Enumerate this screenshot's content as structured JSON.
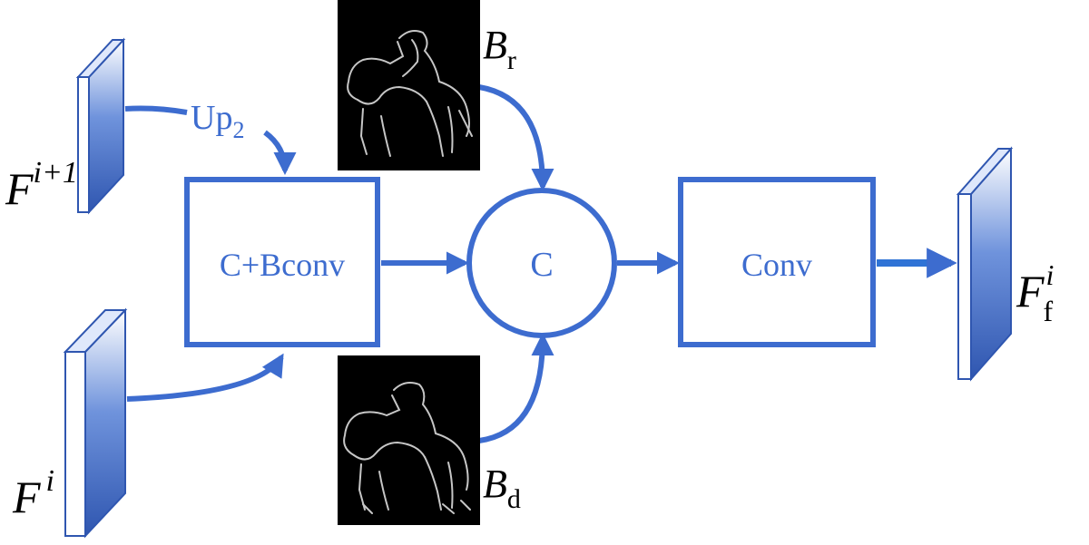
{
  "colors": {
    "accent": "#3d6ccf",
    "slab_dark": "#2f56b0",
    "silhouette_bg": "#000000",
    "label_ink": "#000000"
  },
  "inputs": {
    "upper": {
      "base": "F",
      "sup": "i+1"
    },
    "lower": {
      "base": "F",
      "sup": "i"
    }
  },
  "output": {
    "base": "F",
    "sub": "f",
    "sup": "i"
  },
  "upsample": {
    "base": "Up",
    "sub": "2"
  },
  "blocks": {
    "cbconv": "C+Bconv",
    "concat": "C",
    "conv": "Conv"
  },
  "boundary_maps": {
    "top": {
      "base": "B",
      "sub": "r"
    },
    "bottom": {
      "base": "B",
      "sub": "d"
    }
  }
}
